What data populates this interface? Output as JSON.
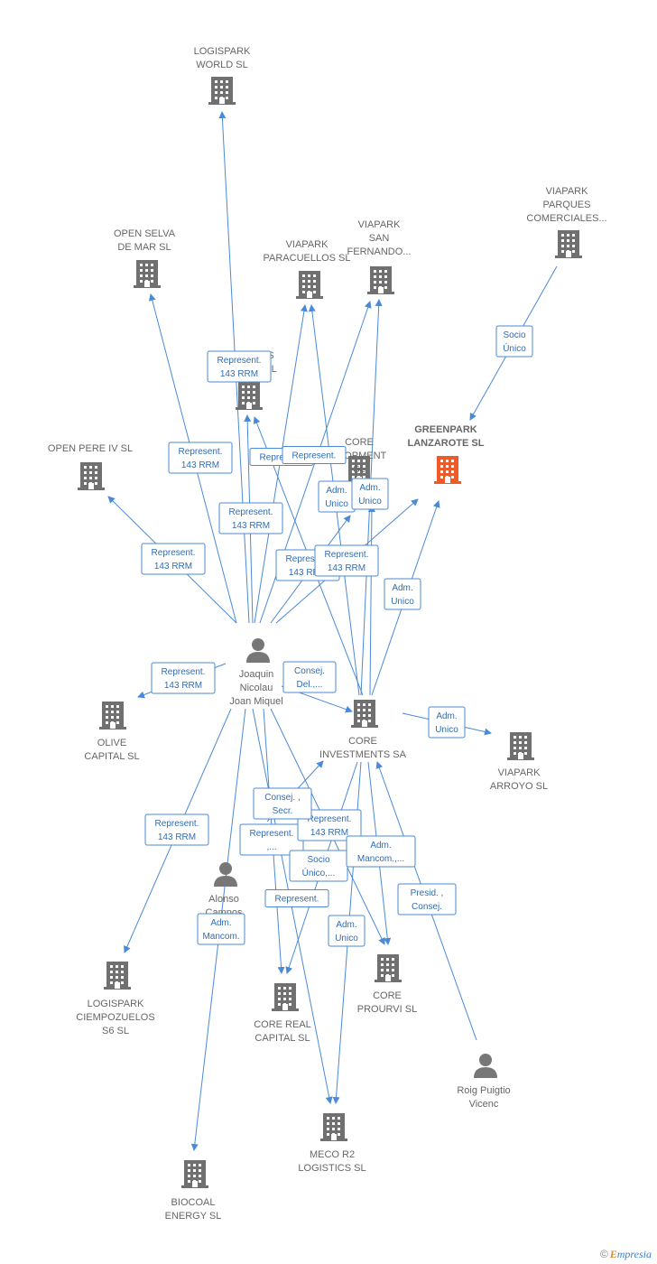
{
  "colors": {
    "edge": "#4a8ad6",
    "node_company": "#707070",
    "node_focus": "#f05a28",
    "node_person": "#777777",
    "label": "#666666"
  },
  "brand": {
    "copyright": "©",
    "first_letter": "E",
    "rest": "mpresia"
  },
  "nodes": [
    {
      "id": "logispark_world",
      "type": "company",
      "label": [
        "LOGISPARK",
        "WORLD  SL"
      ]
    },
    {
      "id": "viapark_parques",
      "type": "company",
      "label": [
        "VIAPARK",
        "PARQUES",
        "COMERCIALES..."
      ]
    },
    {
      "id": "open_selva",
      "type": "company",
      "label": [
        "OPEN SELVA",
        "DE MAR SL"
      ]
    },
    {
      "id": "viapark_paracuellos",
      "type": "company",
      "label": [
        "VIAPARK",
        "PARACUELLOS SL"
      ]
    },
    {
      "id": "viapark_sanfernando",
      "type": "company",
      "label": [
        "VIAPARK",
        "SAN",
        "FERNANDO..."
      ]
    },
    {
      "id": "hidden_s",
      "type": "company",
      "label": [
        "S",
        "SL"
      ]
    },
    {
      "id": "greenpark",
      "type": "focus",
      "label": [
        "GREENPARK",
        "LANZAROTE SL"
      ]
    },
    {
      "id": "core_development",
      "type": "company",
      "label": [
        "CORE",
        "ELOPMENT",
        "SL"
      ]
    },
    {
      "id": "open_pere",
      "type": "company",
      "label": [
        "OPEN PERE IV SL"
      ]
    },
    {
      "id": "joaquin",
      "type": "person",
      "label": [
        "Joaquin",
        "Nicolau",
        "Joan Miquel"
      ]
    },
    {
      "id": "olive",
      "type": "company",
      "label": [
        "OLIVE",
        "CAPITAL  SL"
      ]
    },
    {
      "id": "core_investments",
      "type": "company",
      "label": [
        "CORE",
        "INVESTMENTS SA"
      ]
    },
    {
      "id": "viapark_arroyo",
      "type": "company",
      "label": [
        "VIAPARK",
        "ARROYO SL"
      ]
    },
    {
      "id": "alonso",
      "type": "person",
      "label": [
        "Alonso",
        "Campos"
      ]
    },
    {
      "id": "logispark_ciempozuelos",
      "type": "company",
      "label": [
        "LOGISPARK",
        "CIEMPOZUELOS",
        "S6 SL"
      ]
    },
    {
      "id": "core_real",
      "type": "company",
      "label": [
        "CORE REAL",
        "CAPITAL SL"
      ]
    },
    {
      "id": "core_prourvi",
      "type": "company",
      "label": [
        "CORE",
        "PROURVI  SL"
      ]
    },
    {
      "id": "roig",
      "type": "person",
      "label": [
        "Roig Puigtio",
        "Vicenc"
      ]
    },
    {
      "id": "meco",
      "type": "company",
      "label": [
        "MECO R2",
        "LOGISTICS SL"
      ]
    },
    {
      "id": "biocoal",
      "type": "company",
      "label": [
        "BIOCOAL",
        "ENERGY SL"
      ]
    }
  ],
  "edges": [
    {
      "from": "joaquin",
      "to": "logispark_world",
      "label": [
        "Represent.",
        "143 RRM"
      ]
    },
    {
      "from": "viapark_parques",
      "to": "greenpark",
      "label": [
        "Socio",
        "Único"
      ]
    },
    {
      "from": "joaquin",
      "to": "open_selva",
      "label": [
        "Represent.",
        "143 RRM"
      ]
    },
    {
      "from": "joaquin",
      "to": "viapark_paracuellos",
      "label": [
        "Represent.",
        "143 RRM"
      ]
    },
    {
      "from": "core_investments",
      "to": "viapark_paracuellos",
      "label": [
        "Represent."
      ]
    },
    {
      "from": "joaquin",
      "to": "viapark_sanfernando",
      "label": [
        "Represent."
      ]
    },
    {
      "from": "core_investments",
      "to": "viapark_sanfernando",
      "label": [
        "Adm.",
        "Unico"
      ]
    },
    {
      "from": "joaquin",
      "to": "hidden_s",
      "label": []
    },
    {
      "from": "core_investments",
      "to": "hidden_s",
      "label": []
    },
    {
      "from": "joaquin",
      "to": "open_pere",
      "label": [
        "Represent.",
        "143 RRM"
      ]
    },
    {
      "from": "joaquin",
      "to": "core_development",
      "label": [
        "Represent.",
        "143 RRM"
      ]
    },
    {
      "from": "core_investments",
      "to": "core_development",
      "label": [
        "Adm.",
        "Unico"
      ]
    },
    {
      "from": "joaquin",
      "to": "greenpark",
      "label": [
        "Represent.",
        "143 RRM"
      ]
    },
    {
      "from": "core_investments",
      "to": "greenpark",
      "label": [
        "Adm.",
        "Unico"
      ]
    },
    {
      "from": "joaquin",
      "to": "olive",
      "label": [
        "Represent.",
        "143 RRM"
      ]
    },
    {
      "from": "joaquin",
      "to": "core_investments",
      "label": [
        "Consej.",
        "Del.,..."
      ]
    },
    {
      "from": "core_investments",
      "to": "viapark_arroyo",
      "label": [
        "Adm.",
        "Unico"
      ]
    },
    {
      "from": "joaquin",
      "to": "logispark_ciempozuelos",
      "label": [
        "Represent.",
        "143 RRM"
      ]
    },
    {
      "from": "joaquin",
      "to": "core_real",
      "label": [
        "Represent.",
        ",..."
      ]
    },
    {
      "from": "core_investments",
      "to": "core_real",
      "label": [
        "Socio",
        "Único,..."
      ]
    },
    {
      "from": "joaquin",
      "to": "core_prourvi",
      "label": [
        "Represent.",
        "143 RRM"
      ]
    },
    {
      "from": "core_investments",
      "to": "core_prourvi",
      "label": [
        "Adm.",
        "Mancom.,..."
      ]
    },
    {
      "from": "joaquin",
      "to": "meco",
      "label": [
        "Represent."
      ]
    },
    {
      "from": "core_investments",
      "to": "meco",
      "label": [
        "Adm.",
        "Unico"
      ]
    },
    {
      "from": "alonso",
      "to": "core_investments",
      "label": [
        "Consej. ,",
        "Secr."
      ]
    },
    {
      "from": "alonso",
      "to": "biocoal",
      "label": [
        "Adm.",
        "Mancom."
      ]
    },
    {
      "from": "roig",
      "to": "core_investments",
      "label": [
        "Presid. ,",
        "Consej."
      ]
    }
  ]
}
